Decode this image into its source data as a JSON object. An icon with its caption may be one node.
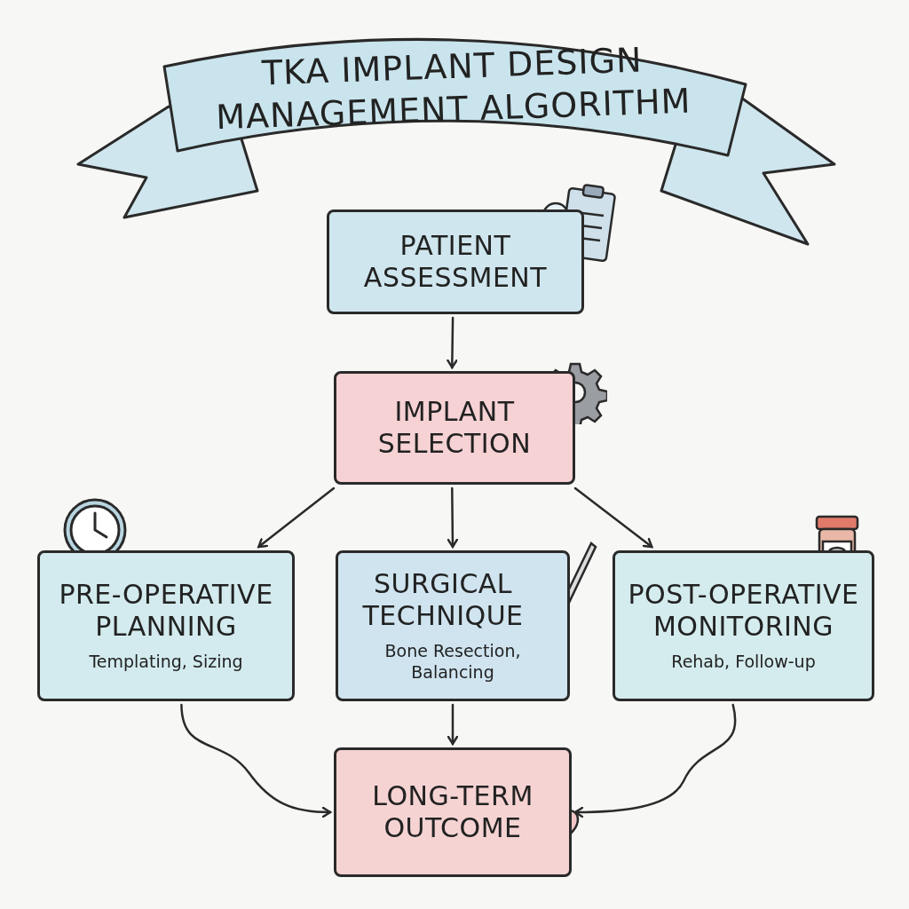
{
  "diagram": {
    "title": "TKA IMPLANT DESIGN MANAGEMENT ALGORITHM",
    "nodes": [
      {
        "text": [
          "PATIENT ASSESSMENT"
        ]
      },
      {
        "text": [
          "IMPLANT SELECTION"
        ]
      },
      {
        "text": [
          "PRE-OPERATIVE PLANNING",
          "Templating, Sizing"
        ]
      },
      {
        "text": [
          "SURGICAL TECHNIQUE",
          "Bone Resection, Balancing"
        ]
      },
      {
        "text": [
          "POST-OPERATIVE MONITORING",
          "Rehab, Follow-up"
        ]
      },
      {
        "text": [
          "LONG-TERM OUTCOME"
        ]
      }
    ],
    "edges": [
      {
        "from": 0,
        "to": 1,
        "arrow": "to"
      },
      {
        "from": 1,
        "to": 2,
        "arrow": "to"
      },
      {
        "from": 1,
        "to": 3,
        "arrow": "to"
      },
      {
        "from": 1,
        "to": 4,
        "arrow": "to"
      },
      {
        "from": 2,
        "to": 5,
        "arrow": "to"
      },
      {
        "from": 3,
        "to": 5,
        "arrow": "to"
      },
      {
        "from": 4,
        "to": 5,
        "arrow": "to"
      }
    ]
  }
}
